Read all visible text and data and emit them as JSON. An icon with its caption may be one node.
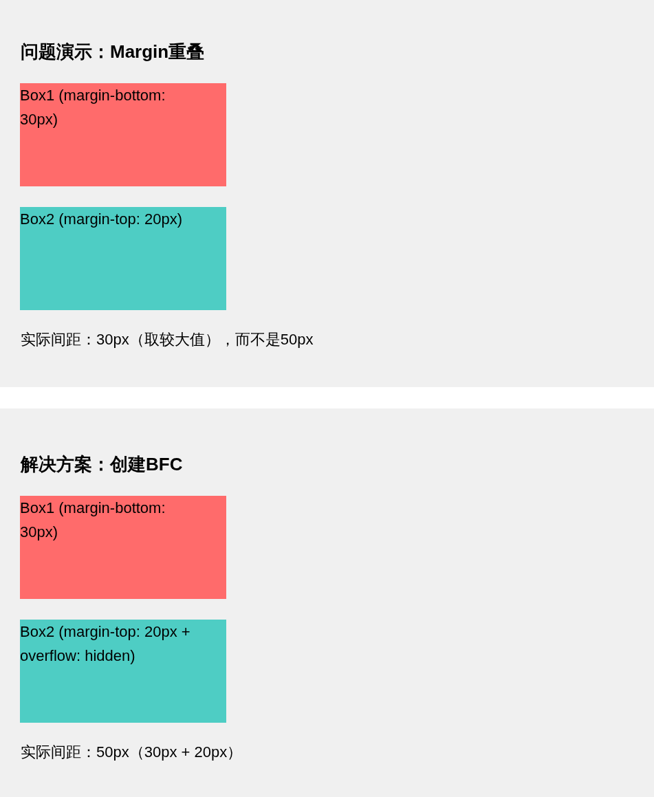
{
  "diagram": {
    "nodes": [
      {
        "text": [
          "问题演示：Margin重叠",
          "实际间距：30px（取较大值），而不是50px"
        ]
      },
      {
        "text": [
          "Box1 (margin-bottom: 30px)"
        ],
        "in": 0
      },
      {
        "text": [
          "Box2 (margin-top: 20px)"
        ],
        "in": 0
      },
      {
        "text": [
          "解决方案：创建BFC",
          "实际间距：50px（30px + 20px）"
        ]
      },
      {
        "text": [
          "Box1 (margin-bottom: 30px)"
        ],
        "in": 3
      },
      {
        "text": [
          "Box2 (margin-top: 20px + overflow: hidden)"
        ],
        "in": 3
      }
    ]
  }
}
